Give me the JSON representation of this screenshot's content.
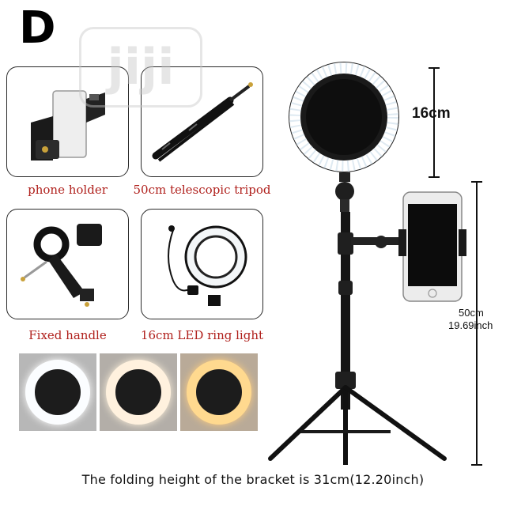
{
  "variant_label": "D",
  "watermark": "jiji",
  "components": [
    {
      "caption": "phone holder"
    },
    {
      "caption": "50cm telescopic tripod"
    },
    {
      "caption": "Fixed handle"
    },
    {
      "caption": "16cm LED ring light"
    }
  ],
  "light_modes": [
    "cool-white",
    "warm-white",
    "yellow"
  ],
  "dimensions": {
    "ring_diameter": "16cm",
    "tripod_height_cm": "50cm",
    "tripod_height_in": "19.69inch"
  },
  "footer_text": "The folding height of the bracket is 31cm(12.20inch)",
  "colors": {
    "caption": "#b0201c",
    "card_border": "#2a2a2a",
    "product": "#111111"
  }
}
